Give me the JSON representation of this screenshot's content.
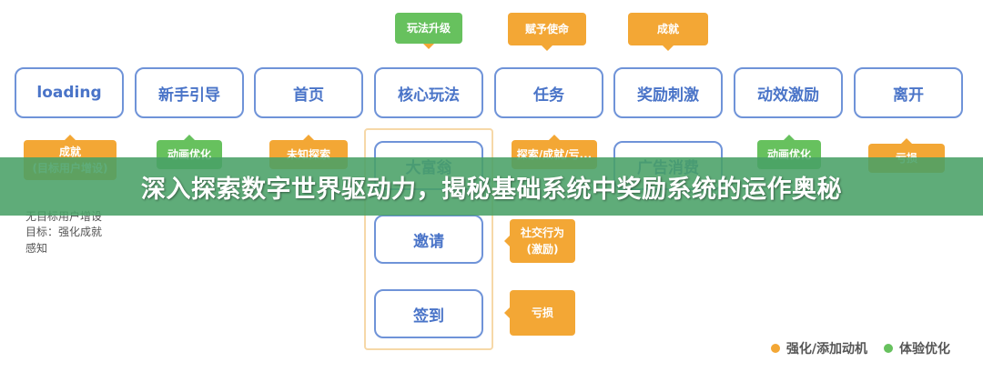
{
  "top_tags": {
    "gameplay": "玩法升级",
    "task": "赋予使命",
    "reward": "成就"
  },
  "nodes": {
    "loading": "loading",
    "newbie": "新手引导",
    "home": "首页",
    "core": "核心玩法",
    "task": "任务",
    "reward": "奖励刺激",
    "effect": "动效激励",
    "leave": "离开"
  },
  "bottom_tags": {
    "loading": "成就\n(目标用户增设)",
    "newbie": "动画优化",
    "home": "未知探索",
    "task": "探索/成就/亏...",
    "effect": "动画优化",
    "leave": "亏损"
  },
  "column": {
    "item1": "大富翁",
    "item2": "广告消费",
    "item3": "邀请",
    "item4": "签到"
  },
  "side_tags": {
    "invite": "社交行为\n(激励)",
    "checkin": "亏损"
  },
  "note": "无目标用户增设\n目标：强化成就\n感知",
  "banner_title": "深入探索数字世界驱动力，揭秘基础系统中奖励系统的运作奥秘",
  "legend": {
    "orange_label": "强化/添加动机",
    "green_label": "体验优化",
    "orange_color": "#f3a735",
    "green_color": "#67c15e"
  }
}
